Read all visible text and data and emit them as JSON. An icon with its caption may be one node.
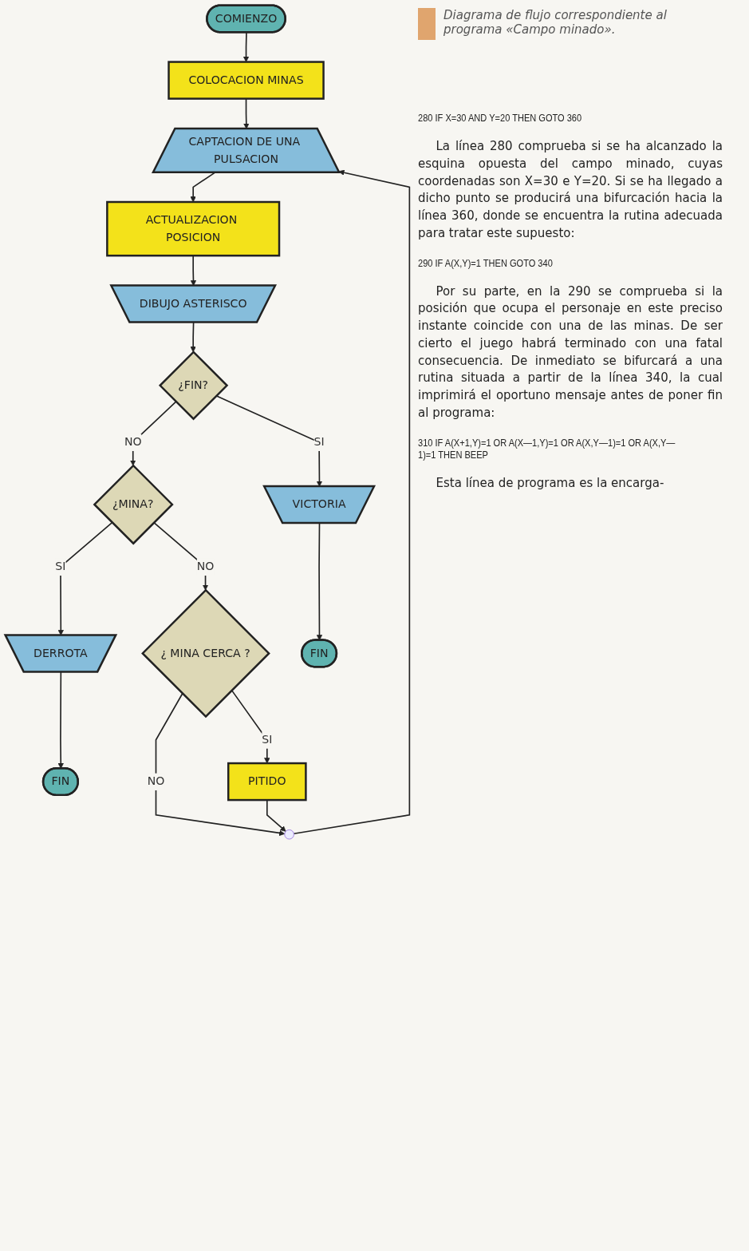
{
  "diagram": {
    "caption": "Diagrama de flujo correspondiente al programa «Campo minado».",
    "nodes": [
      {
        "text": [
          "COMIENZO"
        ]
      },
      {
        "text": [
          "COLOCACION MINAS"
        ]
      },
      {
        "text": [
          "CAPTACION DE UNA PULSACION"
        ]
      },
      {
        "text": [
          "ACTUALIZACION POSICION"
        ]
      },
      {
        "text": [
          "DIBUJO ASTERISCO"
        ]
      },
      {
        "text": [
          "¿FIN?"
        ]
      },
      {
        "text": [
          "¿MINA?"
        ]
      },
      {
        "text": [
          "¿ MINA CERCA ?"
        ]
      },
      {
        "text": [
          "DERROTA"
        ]
      },
      {
        "text": [
          "VICTORIA"
        ]
      },
      {
        "text": [
          "FIN"
        ]
      },
      {
        "text": [
          "FIN"
        ]
      },
      {
        "text": [
          "PITIDO"
        ]
      },
      {
        "text": [],
        "shape": "circle"
      }
    ],
    "edges": [
      {
        "from": 0,
        "to": 1,
        "arrow": "to"
      },
      {
        "from": 1,
        "to": 2,
        "arrow": "to"
      },
      {
        "from": 2,
        "to": 3,
        "arrow": "to"
      },
      {
        "from": 3,
        "to": 4,
        "arrow": "to"
      },
      {
        "from": 4,
        "to": 5,
        "arrow": "to"
      },
      {
        "from": 5,
        "to": 9,
        "label": "SI",
        "arrow": "to"
      },
      {
        "from": 5,
        "to": 6,
        "label": "NO",
        "arrow": "to"
      },
      {
        "from": 6,
        "to": 8,
        "label": "SI",
        "arrow": "to"
      },
      {
        "from": 6,
        "to": 7,
        "label": "NO",
        "arrow": "to"
      },
      {
        "from": 8,
        "to": 10,
        "arrow": "to"
      },
      {
        "from": 9,
        "to": 11,
        "arrow": "to"
      },
      {
        "from": 7,
        "to": 12,
        "label": "SI",
        "arrow": "to"
      },
      {
        "from": 7,
        "to": 13,
        "label": "NO",
        "arrow": "to"
      },
      {
        "from": 12,
        "to": 13,
        "arrow": "to"
      },
      {
        "from": 13,
        "to": 2,
        "arrow": "to"
      }
    ],
    "labels": [
      "280 IF X=30 AND Y=20 THEN GOTO 360",
      "La línea 280 comprueba si se ha alcanzado la esquina opuesta del campo minado, cuyas coordenadas son X=30 e Y=20. Si se ha llegado a dicho punto se producirá una bifurcación hacia la línea 360, donde se encuentra la rutina adecuada para tratar este supuesto:",
      "290 IF A(X,Y)=1 THEN GOTO 340",
      "Por su parte, en la 290 se comprueba si la posición que ocupa el personaje en este preciso instante coincide con una de las minas. De ser cierto el juego habrá terminado con una fatal consecuencia. De inmediato se bifurcará a una rutina situada a partir de la línea 340, la cual imprimirá el oportuno mensaje antes de poner fin al programa:",
      "310 IF A(X+1,Y)=1 OR A(X—1,Y)=1 OR A(X,Y—1)=1 OR A(X,Y—1)=1 THEN BEEP",
      "Esta línea de programa es la encarga-"
    ]
  }
}
